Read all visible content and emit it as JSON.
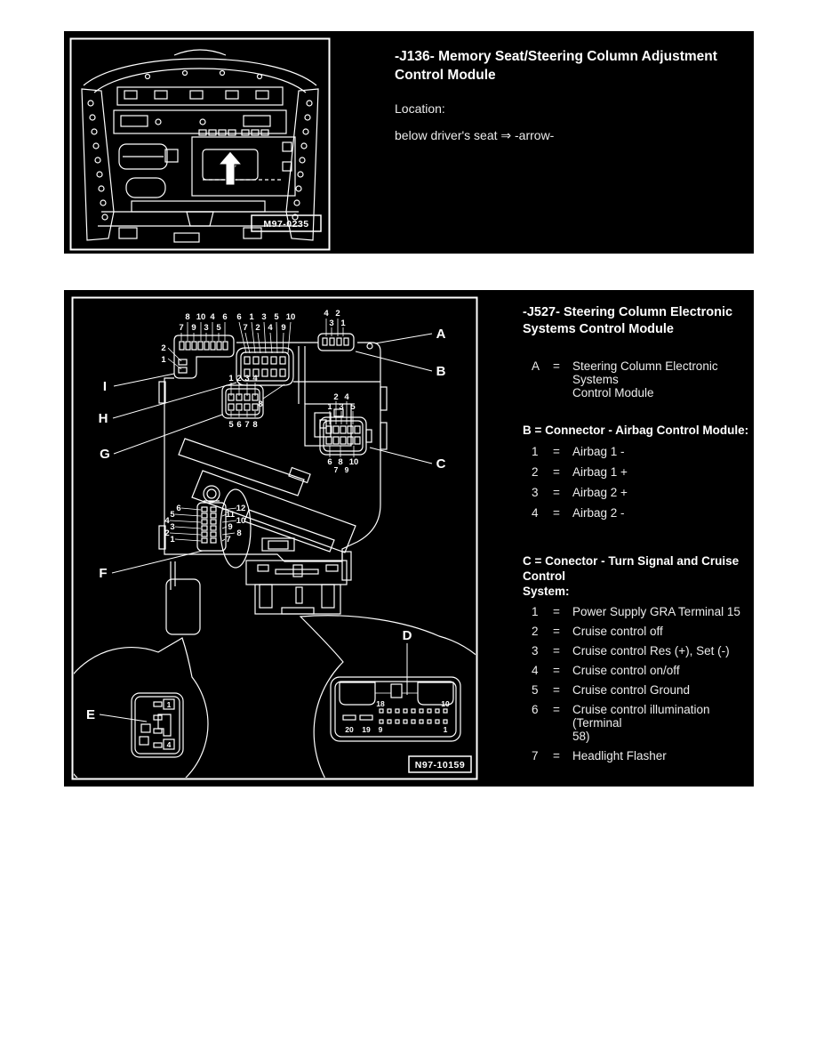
{
  "colors": {
    "page_bg": "#ffffff",
    "panel_bg": "#000000",
    "ink": "#ffffff"
  },
  "top_panel": {
    "title_line1": "-J136- Memory Seat/Steering Column Adjustment",
    "title_line2": "Control Module",
    "location_label": "Location:",
    "location_value": "below driver's seat ⇒ -arrow-",
    "figure_label": "M97-0235"
  },
  "bottom_panel": {
    "title_line1": "-J527- Steering Column Electronic",
    "title_line2": "Systems Control Module",
    "eq": "=",
    "item_a": {
      "key": "A",
      "line1": "Steering Column Electronic Systems",
      "line2": "Control Module"
    },
    "section_b": {
      "heading": "B = Connector - Airbag Control Module:",
      "items": [
        {
          "n": "1",
          "text": "Airbag 1 -"
        },
        {
          "n": "2",
          "text": "Airbag 1 +"
        },
        {
          "n": "3",
          "text": "Airbag 2 +"
        },
        {
          "n": "4",
          "text": "Airbag 2 -"
        }
      ]
    },
    "section_c": {
      "heading_line1": "C = Conector - Turn Signal and Cruise Control",
      "heading_line2": "System:",
      "items": [
        {
          "n": "1",
          "text": "Power Supply GRA Terminal 15"
        },
        {
          "n": "2",
          "text": "Cruise control off"
        },
        {
          "n": "3",
          "text": "Cruise control Res (+), Set (-)"
        },
        {
          "n": "4",
          "text": "Cruise control on/off"
        },
        {
          "n": "5",
          "text": "Cruise control Ground"
        },
        {
          "n": "6",
          "text": "Cruise control illumination (Terminal",
          "text2": "58)"
        },
        {
          "n": "7",
          "text": "Headlight Flasher"
        }
      ]
    },
    "figure_label": "N97-10159",
    "letters": {
      "a": "A",
      "b": "B",
      "c": "C",
      "d": "D",
      "e": "E",
      "f": "F",
      "g": "G",
      "h": "H",
      "i": "I"
    },
    "pins": {
      "conn_i_top": [
        "7",
        "8",
        "9",
        "10",
        "3",
        "4",
        "5",
        "6"
      ],
      "conn_i_side": [
        "2",
        "1"
      ],
      "conn_h_top": [
        "6",
        "7",
        "1",
        "2",
        "3",
        "4",
        "5",
        "9",
        "10"
      ],
      "conn_h_below": [
        "8"
      ],
      "conn_a": [
        "4",
        "3",
        "2",
        "1"
      ],
      "conn_g_top": [
        "1",
        "2",
        "3",
        "4"
      ],
      "conn_g_bottom": [
        "5",
        "6",
        "7",
        "8"
      ],
      "conn_c_top": [
        "1",
        "2",
        "3",
        "4",
        "5"
      ],
      "conn_c_bottom": [
        "6",
        "8",
        "10"
      ],
      "conn_c_bottom_small": [
        "7",
        "9"
      ],
      "conn_f_left": [
        "6",
        "5",
        "4",
        "3",
        "2",
        "1"
      ],
      "conn_f_right": [
        "12",
        "11",
        "10",
        "9",
        "8",
        "7"
      ],
      "conn_e": [
        "1",
        "4"
      ],
      "conn_d": [
        "18",
        "10",
        "20",
        "19",
        "9",
        "1"
      ]
    }
  }
}
